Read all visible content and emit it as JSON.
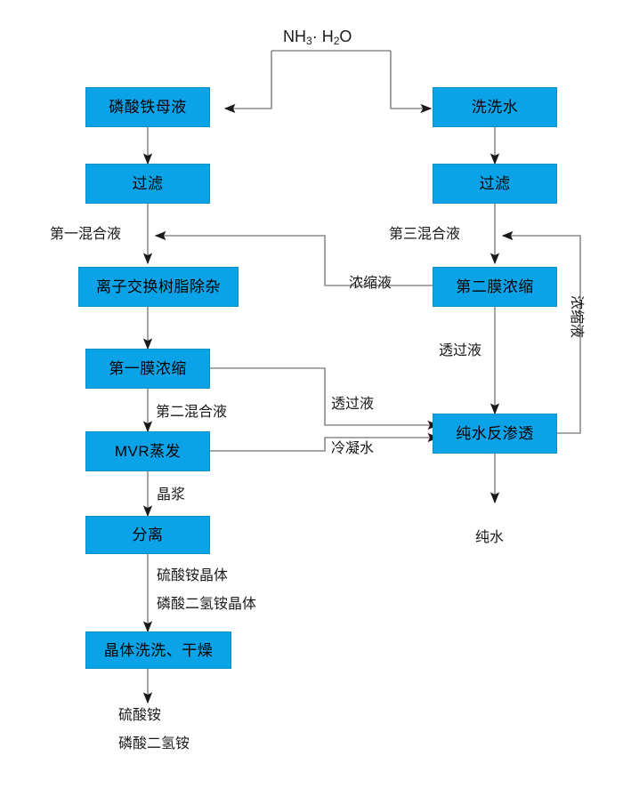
{
  "diagram": {
    "title_formula": {
      "prefix": "NH",
      "sub1": "3",
      "middot": "·",
      "mid": " H",
      "sub2": "2",
      "suffix": "O"
    },
    "colors": {
      "node_fill": "#0BA3E8",
      "node_border": "#0E8FC9",
      "edge": "#8c8c8c",
      "arrow_head": "#1a1a1a",
      "text": "#1a1a1a"
    },
    "nodes": [
      {
        "id": "ferric-phosphate-mother-liquor",
        "label": "磷酸铁母液"
      },
      {
        "id": "filtration-left",
        "label": "过滤"
      },
      {
        "id": "ion-exchange-resin-impurity-removal",
        "label": "离子交换树脂除杂"
      },
      {
        "id": "first-membrane-concentration",
        "label": "第一膜浓缩"
      },
      {
        "id": "mvr-evaporation",
        "label": "MVR蒸发"
      },
      {
        "id": "separation",
        "label": "分离"
      },
      {
        "id": "crystal-washing-drying",
        "label": "晶体洗洗、干燥"
      },
      {
        "id": "washing-water",
        "label": "洗洗水"
      },
      {
        "id": "filtration-right",
        "label": "过滤"
      },
      {
        "id": "second-membrane-concentration",
        "label": "第二膜浓缩"
      },
      {
        "id": "pure-water-reverse-osmosis",
        "label": "纯水反渗透"
      }
    ],
    "node_labels": {
      "ferric_phosphate_mother_liquor": "磷酸铁母液",
      "filtration_left": "过滤",
      "ion_exchange": "离子交换树脂除杂",
      "first_membrane": "第一膜浓缩",
      "mvr_evaporation": "MVR蒸发",
      "separation": "分离",
      "crystal_wash_dry": "晶体洗洗、干燥",
      "washing_water": "洗洗水",
      "filtration_right": "过滤",
      "second_membrane": "第二膜浓缩",
      "pure_water_ro": "纯水反渗透"
    },
    "edge_labels": {
      "first_mixed_liquor": "第一混合液",
      "third_mixed_liquor": "第三混合液",
      "concentrate_left": "浓缩液",
      "concentrate_right_vertical": "浓缩液",
      "permeate_right": "透过液",
      "permeate_mid": "透过液",
      "second_mixed_liquor": "第二混合液",
      "condensate": "冷凝水",
      "crystal_slurry": "晶浆",
      "ammonium_sulfate_crystal": "硫酸铵晶体",
      "monoammonium_phosphate_crystal": "磷酸二氢铵晶体"
    },
    "output_labels": {
      "pure_water": "纯水",
      "ammonium_sulfate": "硫酸铵",
      "monoammonium_phosphate": "磷酸二氢铵"
    }
  }
}
